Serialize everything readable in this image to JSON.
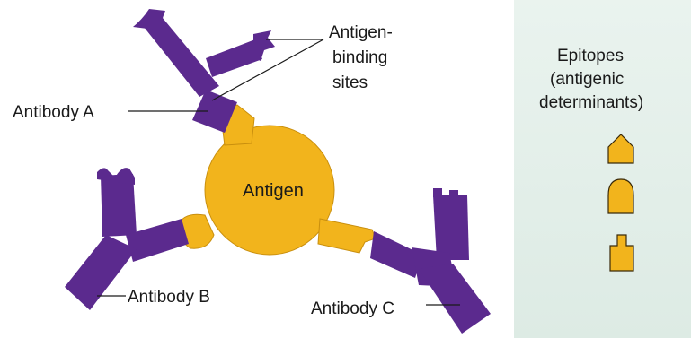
{
  "diagram": {
    "antigen_label": "Antigen",
    "antibody_a_label": "Antibody A",
    "antibody_b_label": "Antibody B",
    "antibody_c_label": "Antibody C",
    "binding_sites_label": [
      "Antigen-",
      "binding",
      "sites"
    ],
    "epitopes_label": [
      "Epitopes",
      "(antigenic",
      "determinants)"
    ]
  },
  "colors": {
    "antibody": "#5b2a8e",
    "antigen": "#f2b41c",
    "text": "#1a1a1a",
    "panel": "#e3efe9"
  },
  "icons": [
    "epitope-pointed-icon",
    "epitope-rounded-icon",
    "epitope-notched-icon"
  ]
}
